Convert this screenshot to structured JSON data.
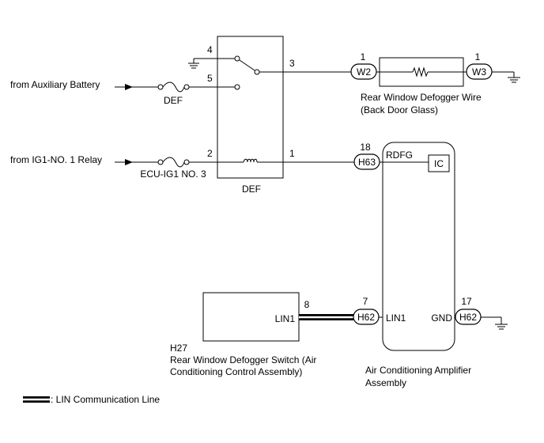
{
  "sources": {
    "aux_battery": "from Auxiliary Battery",
    "ig1_relay": "from IG1-NO. 1 Relay"
  },
  "fuses": {
    "def": "DEF",
    "ecu_ig1": "ECU-IG1 NO. 3"
  },
  "relay": {
    "label": "DEF",
    "pins": {
      "p4": "4",
      "p5": "5",
      "p3": "3",
      "p2": "2",
      "p1": "1"
    }
  },
  "defogger_wire": {
    "conn_left": "W2",
    "conn_right": "W3",
    "pin_left": "1",
    "pin_right": "1",
    "label_line1": "Rear Window Defogger Wire",
    "label_line2": "(Back Door Glass)"
  },
  "amplifier": {
    "conn_rdfg": "H63",
    "pin_rdfg": "18",
    "label_rdfg": "RDFG",
    "ic": "IC",
    "conn_lin": "H62",
    "pin_lin": "7",
    "label_lin": "LIN1",
    "conn_gnd": "H62",
    "pin_gnd": "17",
    "label_gnd": "GND",
    "label_line1": "Air Conditioning Amplifier",
    "label_line2": "Assembly"
  },
  "switch": {
    "pin": "8",
    "label_lin": "LIN1",
    "code": "H27",
    "label_line1": "Rear Window Defogger Switch (Air",
    "label_line2": "Conditioning Control Assembly)"
  },
  "legend": {
    "text": ": LIN Communication Line"
  }
}
